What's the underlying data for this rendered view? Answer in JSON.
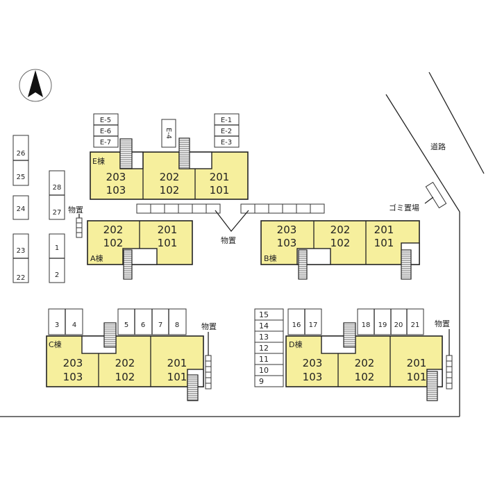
{
  "road_label": "道路",
  "garbage_label": "ゴミ置場",
  "storage_label": "物置",
  "north_icon": "north-arrow-icon",
  "colors": {
    "building": "#f6ef9d",
    "line": "#222222"
  },
  "buildings": {
    "E": {
      "name": "E棟",
      "units": [
        [
          "203",
          "103"
        ],
        [
          "202",
          "102"
        ],
        [
          "201",
          "101"
        ]
      ]
    },
    "A": {
      "name": "A棟",
      "units": [
        [
          "202",
          "102"
        ],
        [
          "201",
          "101"
        ]
      ]
    },
    "B": {
      "name": "B棟",
      "units": [
        [
          "203",
          "103"
        ],
        [
          "202",
          "102"
        ],
        [
          "201",
          "101"
        ]
      ]
    },
    "C": {
      "name": "C棟",
      "units": [
        [
          "203",
          "103"
        ],
        [
          "202",
          "102"
        ],
        [
          "201",
          "101"
        ]
      ]
    },
    "D": {
      "name": "D棟",
      "units": [
        [
          "203",
          "103"
        ],
        [
          "202",
          "102"
        ],
        [
          "201",
          "101"
        ]
      ]
    }
  },
  "parking": {
    "e_left": [
      "E-5",
      "E-6",
      "E-7"
    ],
    "e_mid": "E-4",
    "e_right": [
      "E-1",
      "E-2",
      "E-3"
    ],
    "left_col1": [
      "26",
      "25",
      "24",
      "23",
      "22"
    ],
    "left_col2": [
      "28",
      "27",
      "1",
      "2"
    ],
    "c_left": [
      "3",
      "4"
    ],
    "c_right": [
      "5",
      "6",
      "7",
      "8"
    ],
    "d_col": [
      "15",
      "14",
      "13",
      "12",
      "11",
      "10",
      "9"
    ],
    "d_left": [
      "16",
      "17"
    ],
    "d_right": [
      "18",
      "19",
      "20",
      "21"
    ]
  }
}
